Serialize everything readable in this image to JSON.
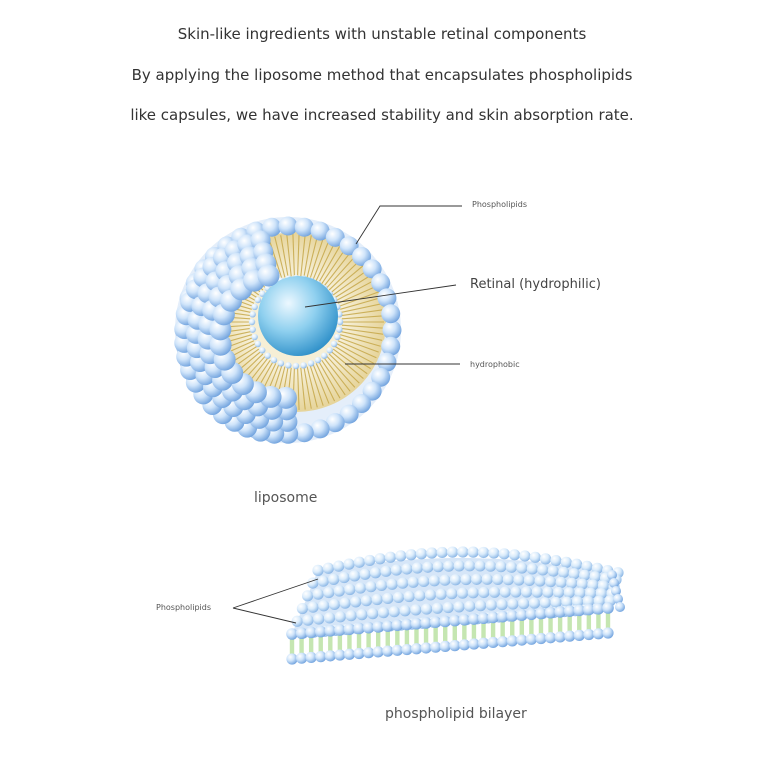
{
  "intro": {
    "line1": "Skin-like ingredients with unstable retinal components",
    "line2": "By applying the liposome method that encapsulates phospholipids",
    "line3": "like capsules, we have increased stability and skin absorption rate."
  },
  "liposome": {
    "label_phospholipids": "Phospholipids",
    "label_retinal": "Retinal (hydrophilic)",
    "label_hydrophobic": "hydrophobic",
    "caption": "liposome"
  },
  "bilayer": {
    "label_phospholipids": "Phospholipids",
    "caption": "phospholipid bilayer"
  },
  "colors": {
    "sphere_light": "#ffffff",
    "sphere_mid": "#b9d8f5",
    "sphere_dark": "#5f93d6",
    "tail_gold": "#c6a84a",
    "core_blue": "#3fa6d8",
    "tail_green": "#bfe3a8"
  }
}
